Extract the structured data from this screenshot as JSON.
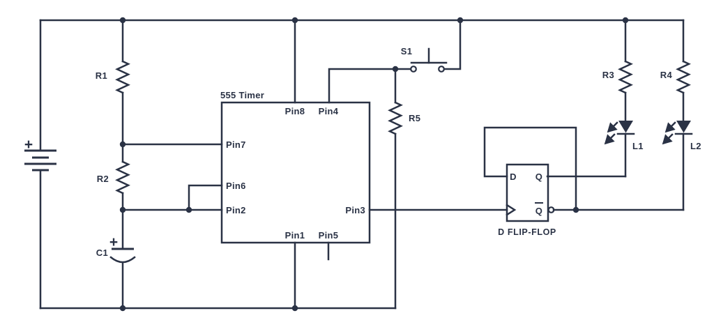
{
  "colors": {
    "wire": "#2a3245",
    "timer_fill": "#f9e8a5",
    "flipflop_fill": "#ffffff",
    "background": "#ffffff"
  },
  "components": {
    "battery": {
      "polarity": "+"
    },
    "r1": {
      "label": "R1"
    },
    "r2": {
      "label": "R2"
    },
    "c1": {
      "label": "C1",
      "polarity": "+"
    },
    "timer": {
      "label": "555 Timer",
      "pins": {
        "pin1": "Pin1",
        "pin2": "Pin2",
        "pin3": "Pin3",
        "pin4": "Pin4",
        "pin5": "Pin5",
        "pin6": "Pin6",
        "pin7": "Pin7",
        "pin8": "Pin8"
      }
    },
    "s1": {
      "label": "S1"
    },
    "r5": {
      "label": "R5"
    },
    "flipflop": {
      "label": "D FLIP-FLOP",
      "d_input": "D",
      "q_output": "Q",
      "q_bar_output": "Q"
    },
    "r3": {
      "label": "R3"
    },
    "r4": {
      "label": "R4"
    },
    "l1": {
      "label": "L1"
    },
    "l2": {
      "label": "L2"
    }
  }
}
